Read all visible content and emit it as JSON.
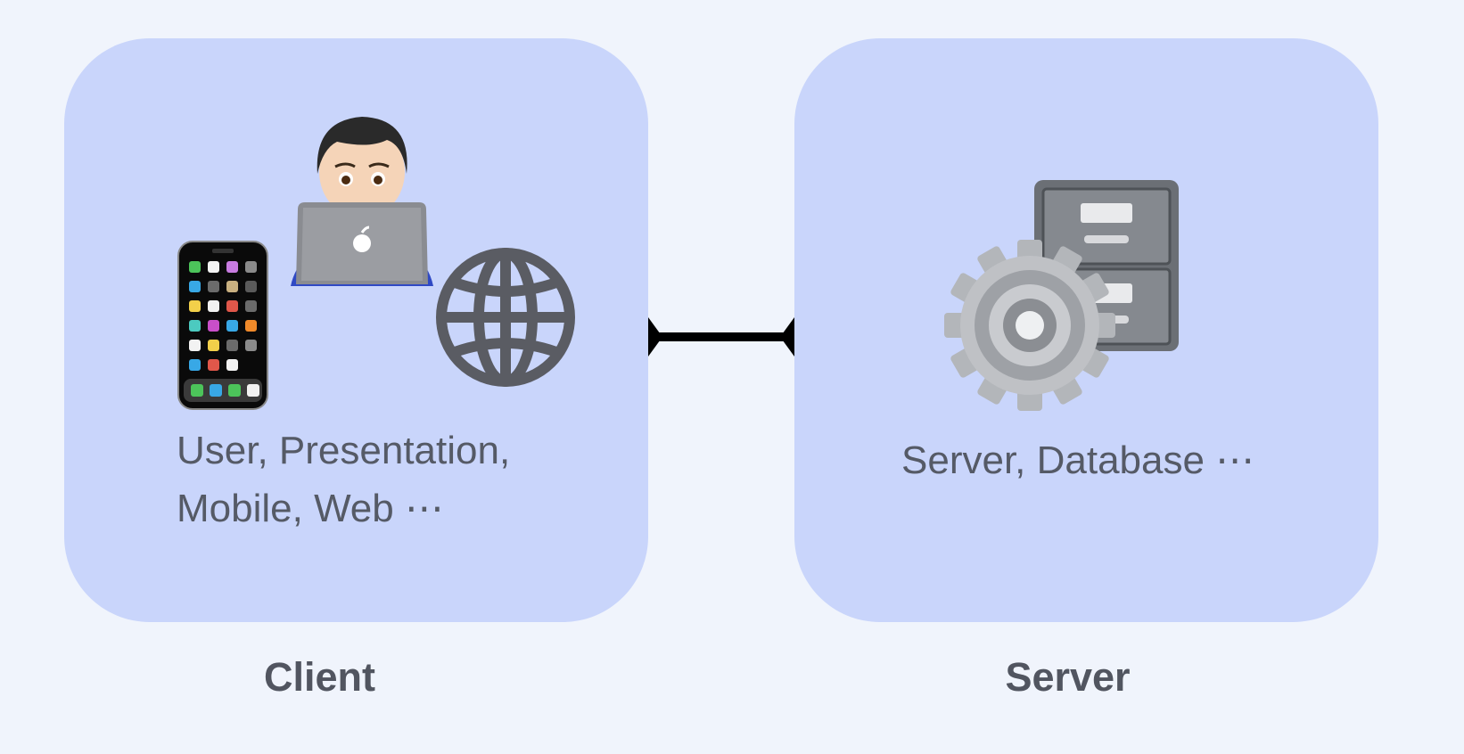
{
  "client": {
    "title": "Client",
    "description_lines": [
      "User, Presentation,",
      "Mobile, Web ⋯"
    ],
    "icons": [
      "mobile-phone-icon",
      "person-with-laptop-icon",
      "globe-icon"
    ]
  },
  "server": {
    "title": "Server",
    "description": "Server, Database ⋯",
    "icons": [
      "gear-icon",
      "file-cabinet-icon"
    ]
  },
  "connector": {
    "type": "bidirectional-link"
  },
  "colors": {
    "background": "#f0f4fc",
    "panel": "#c9d5fb",
    "text": "#555a66",
    "connector": "#000000"
  }
}
